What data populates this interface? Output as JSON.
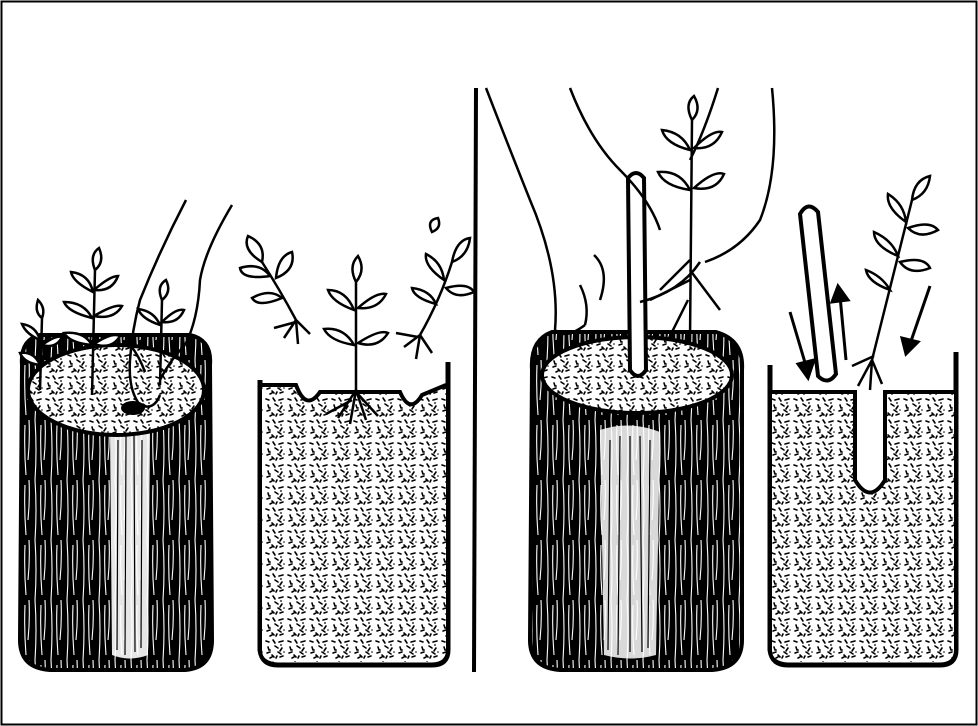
{
  "colors": {
    "ink": "#000000",
    "paper": "#ffffff"
  },
  "panels": [
    {
      "id": "left",
      "items": [
        "planted-pot",
        "seedling-box-with-pricked-seedlings"
      ]
    },
    {
      "id": "right",
      "items": [
        "dibber-pot-with-hand",
        "box-with-dibble-hole-and-arrows"
      ]
    }
  ],
  "icons": [
    "hand",
    "seedling",
    "dibber",
    "arrow-down",
    "arrow-up"
  ]
}
